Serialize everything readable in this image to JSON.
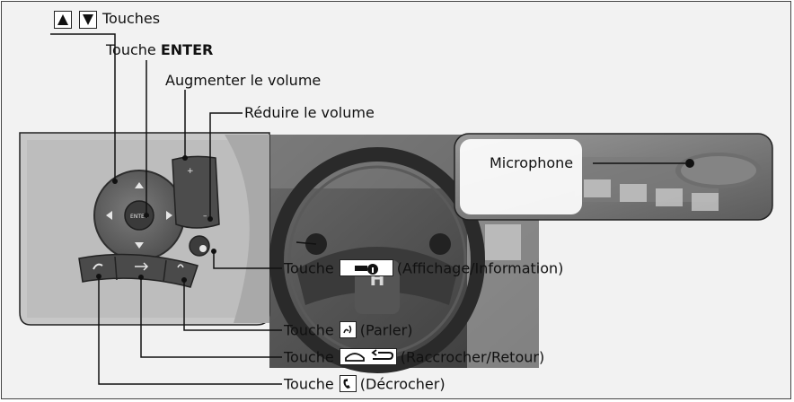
{
  "labels": {
    "arrows": "Touches",
    "enter_prefix": "Touche",
    "enter_bold": "ENTER",
    "vol_up": "Augmenter le volume",
    "vol_down": "Réduire le volume",
    "microphone": "Microphone",
    "display_prefix": "Touche",
    "display": "(Affichage/Information)",
    "talk_prefix": "Touche",
    "talk": "(Parler)",
    "hangup_prefix": "Touche",
    "hangup": "(Raccrocher/Retour)",
    "pickup_prefix": "Touche",
    "pickup": "(Décrocher)"
  },
  "control_text": {
    "enter": "ENTER",
    "plus": "+",
    "minus": "–"
  },
  "colors": {
    "background": "#f2f2f2",
    "callout_line": "#111111",
    "panel_dark": "#4a4a4a",
    "panel_light": "#b8b8b8"
  }
}
